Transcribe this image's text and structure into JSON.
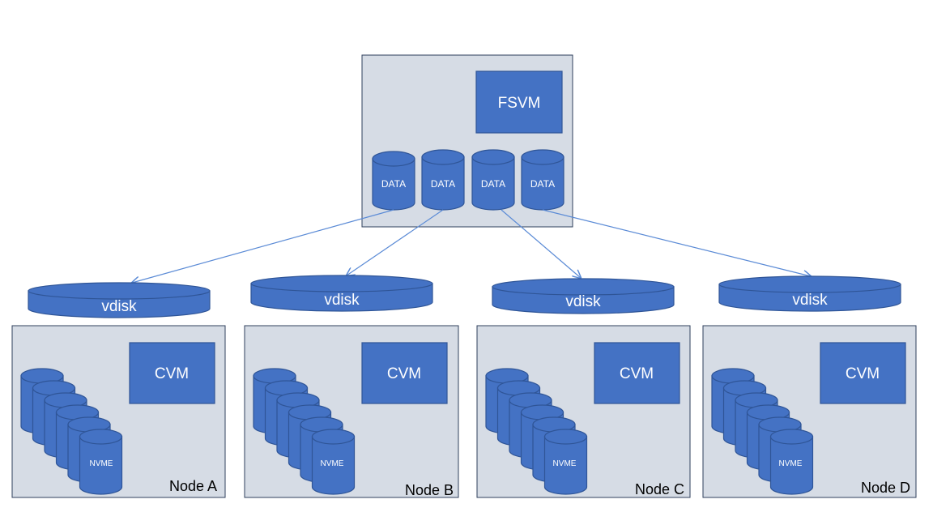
{
  "fsvm": {
    "label": "FSVM",
    "data_disks": [
      "DATA",
      "DATA",
      "DATA",
      "DATA"
    ]
  },
  "vdisks": [
    "vdisk",
    "vdisk",
    "vdisk",
    "vdisk"
  ],
  "nodes": [
    {
      "name": "Node A",
      "cvm_label": "CVM",
      "drive_label": "NVME"
    },
    {
      "name": "Node B",
      "cvm_label": "CVM",
      "drive_label": "NVME"
    },
    {
      "name": "Node C",
      "cvm_label": "CVM",
      "drive_label": "NVME"
    },
    {
      "name": "Node D",
      "cvm_label": "CVM",
      "drive_label": "NVME"
    }
  ],
  "colors": {
    "panel": "#d6dce5",
    "shape": "#4472c4",
    "shape_border": "#2f5597",
    "connector": "#5b8bd6"
  }
}
